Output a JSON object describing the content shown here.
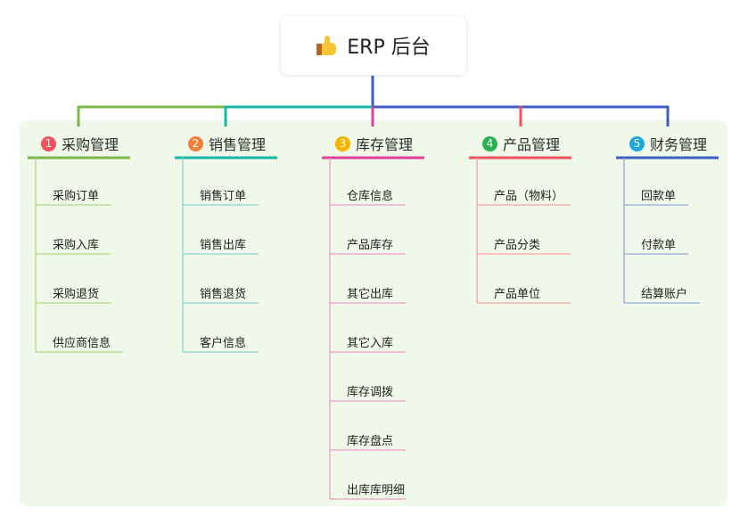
{
  "root": {
    "title": "ERP 后台",
    "icon": "thumbs-up-icon"
  },
  "branches": [
    {
      "num": "1",
      "label": "采购管理",
      "color": "#7cb84a",
      "leaf_color": "#b3d88f",
      "items": [
        "采购订单",
        "采购入库",
        "采购退货",
        "供应商信息"
      ]
    },
    {
      "num": "2",
      "label": "销售管理",
      "color": "#17b6a8",
      "leaf_color": "#86d8cf",
      "items": [
        "销售订单",
        "销售出库",
        "销售退货",
        "客户信息"
      ]
    },
    {
      "num": "3",
      "label": "库存管理",
      "color": "#e2409a",
      "leaf_color": "#ee9cc7",
      "items": [
        "仓库信息",
        "产品库存",
        "其它出库",
        "其它入库",
        "库存调拨",
        "库存盘点",
        "出库库明细"
      ]
    },
    {
      "num": "4",
      "label": "产品管理",
      "color": "#f2515e",
      "leaf_color": "#f6a1a6",
      "items": [
        "产品（物料）",
        "产品分类",
        "产品单位"
      ]
    },
    {
      "num": "5",
      "label": "财务管理",
      "color": "#3e5cc4",
      "leaf_color": "#94a6dc",
      "items": [
        "回款单",
        "付款单",
        "结算账户"
      ]
    }
  ],
  "badge_colors": [
    "#f2515e",
    "#f47e3c",
    "#f5b400",
    "#27b24f",
    "#1fa8dd"
  ]
}
